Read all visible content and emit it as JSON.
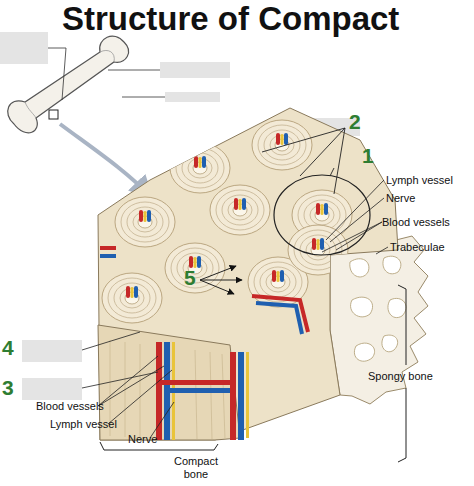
{
  "diagram": {
    "title": "Structure of Compact",
    "labels": [
      "2",
      "1",
      "Lymph vessel",
      "Nerve",
      "Blood vessels",
      "Trabeculae",
      "5",
      "4",
      "3",
      "Blood vessels",
      "Lymph vessel",
      "Nerve",
      "Compact bone",
      "Spongy bone"
    ]
  }
}
